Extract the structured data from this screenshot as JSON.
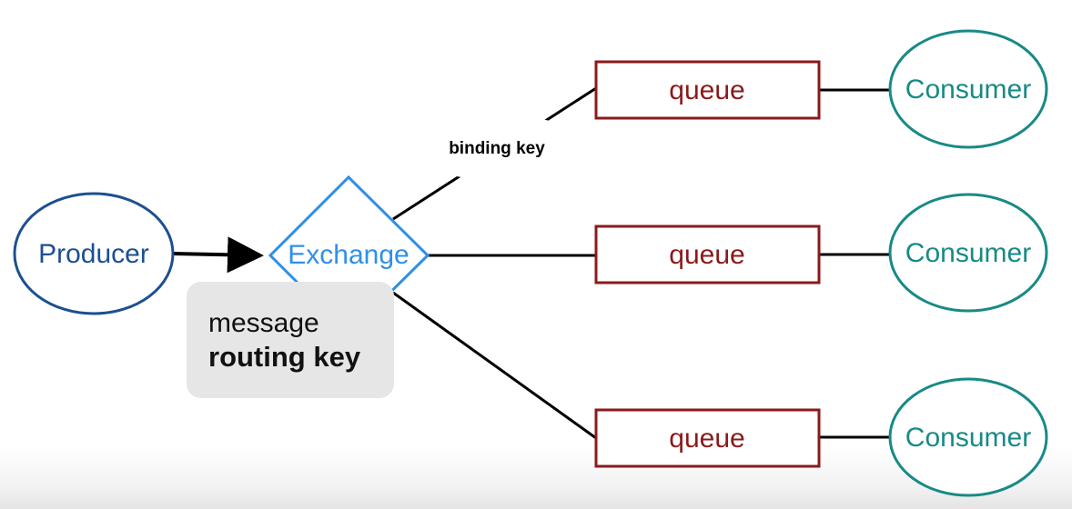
{
  "producer": {
    "label": "Producer"
  },
  "exchange": {
    "label": "Exchange"
  },
  "message": {
    "line1": "message",
    "line2": "routing key"
  },
  "binding": {
    "label": "binding key"
  },
  "queues": [
    {
      "label": "queue"
    },
    {
      "label": "queue"
    },
    {
      "label": "queue"
    }
  ],
  "consumers": [
    {
      "label": "Consumer"
    },
    {
      "label": "Consumer"
    },
    {
      "label": "Consumer"
    }
  ],
  "colors": {
    "producer": "#1d4f91",
    "exchange": "#2f8fe8",
    "queue": "#8b1a1a",
    "consumer": "#178a86",
    "edge": "#000000",
    "label_box": "#e6e6e6"
  }
}
